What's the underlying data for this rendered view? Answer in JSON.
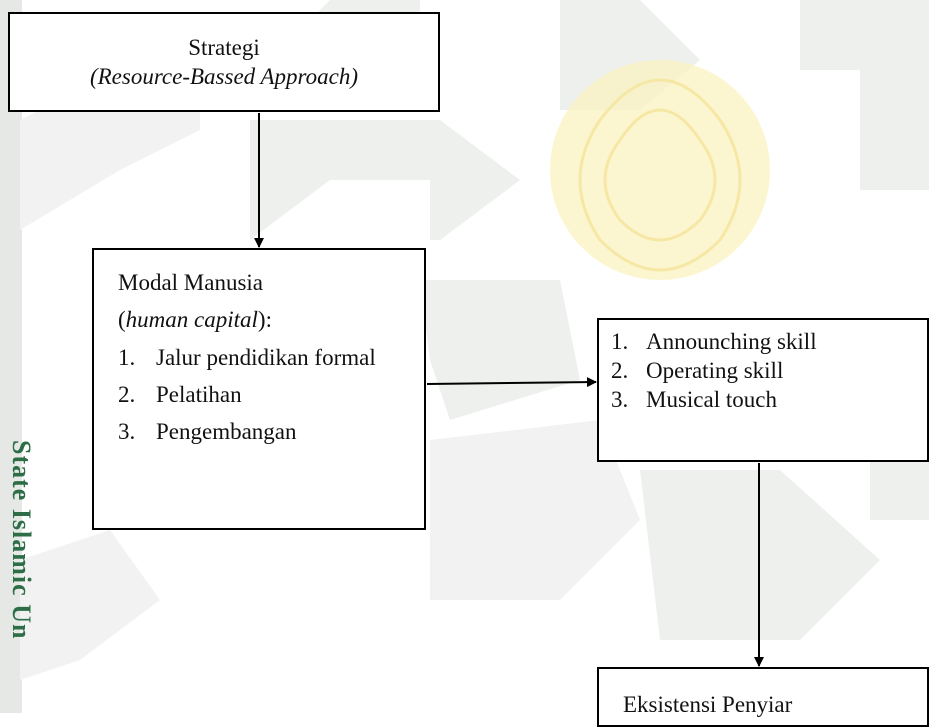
{
  "watermark": {
    "vertical_text": "State Islamic Un"
  },
  "nodes": {
    "strategy": {
      "title": "Strategi",
      "subtitle": "(Resource-Bassed Approach)"
    },
    "human_capital": {
      "title": "Modal Manusia",
      "term_open": "(",
      "term": "human capital",
      "term_close": "):",
      "items": [
        {
          "num": "1.",
          "text": "Jalur pendidikan formal"
        },
        {
          "num": "2.",
          "text": "Pelatihan"
        },
        {
          "num": "3.",
          "text": "Pengembangan"
        }
      ]
    },
    "skills": {
      "items": [
        {
          "num": "1.",
          "text": "Announching skill"
        },
        {
          "num": "2.",
          "text": "Operating skill"
        },
        {
          "num": "3.",
          "text": "Musical touch"
        }
      ]
    },
    "existence": {
      "title": "Eksistensi Penyiar"
    }
  },
  "edges": [
    {
      "from": "strategy",
      "to": "human_capital"
    },
    {
      "from": "human_capital",
      "to": "skills"
    },
    {
      "from": "skills",
      "to": "existence"
    }
  ],
  "colors": {
    "watermark_fill": "#eef0ee",
    "watermark_gold": "#fbf3c0",
    "side_text": "#2d6e47"
  }
}
